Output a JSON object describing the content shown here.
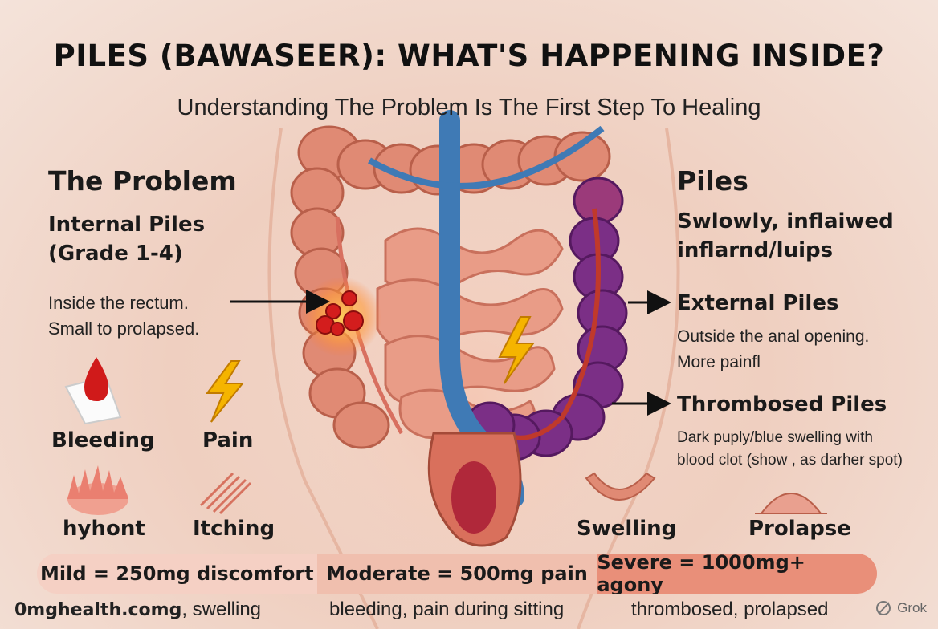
{
  "title": "PILES (BAWASEER): WHAT'S HAPPENING INSIDE?",
  "subtitle": "Understanding The Problem Is The First Step To Healing",
  "left_panel": {
    "heading": "The Problem",
    "subheading_line1": "Internal Piles",
    "subheading_line2": "(Grade 1-4)",
    "desc_line1": "Inside the rectum.",
    "desc_line2": "Small to prolapsed."
  },
  "right_panel": {
    "heading": "Piles",
    "subheading_line1": "Swlowly, inflaiwed",
    "subheading_line2": "inflarnd/luips",
    "external": {
      "title": "External Piles",
      "desc_line1": "Outside the anal opening.",
      "desc_line2": "More painfl"
    },
    "thrombosed": {
      "title": "Thrombosed Piles",
      "desc_line1": "Dark puply/blue swelling with",
      "desc_line2": "blood clot (show , as darher spot)"
    }
  },
  "symptoms": [
    {
      "label": "Bleeding",
      "icon": "blood-drop-icon"
    },
    {
      "label": "Pain",
      "icon": "lightning-icon"
    },
    {
      "label": "hyhont",
      "icon": "irritation-icon"
    },
    {
      "label": "Itching",
      "icon": "scratch-icon"
    },
    {
      "label": "Swelling",
      "icon": "swelling-icon"
    },
    {
      "label": "Prolapse",
      "icon": "prolapse-icon"
    }
  ],
  "severity": {
    "mild": "Mild = 250mg discomfort",
    "moderate": "Moderate = 500mg pain",
    "severe": "Severe = 1000mg+ agony"
  },
  "notes": {
    "brand": "0mghealth.comg",
    "mild": ", swelling",
    "moderate": "bleeding, pain during sitting",
    "severe": "thrombosed, prolapsed"
  },
  "watermark": "Grok",
  "colors": {
    "colon": "#e08a74",
    "inflamed_colon": "#7b2f86",
    "vessel": "#3f7ab5",
    "accent_red": "#d62020",
    "pain_yellow": "#f5b400"
  }
}
